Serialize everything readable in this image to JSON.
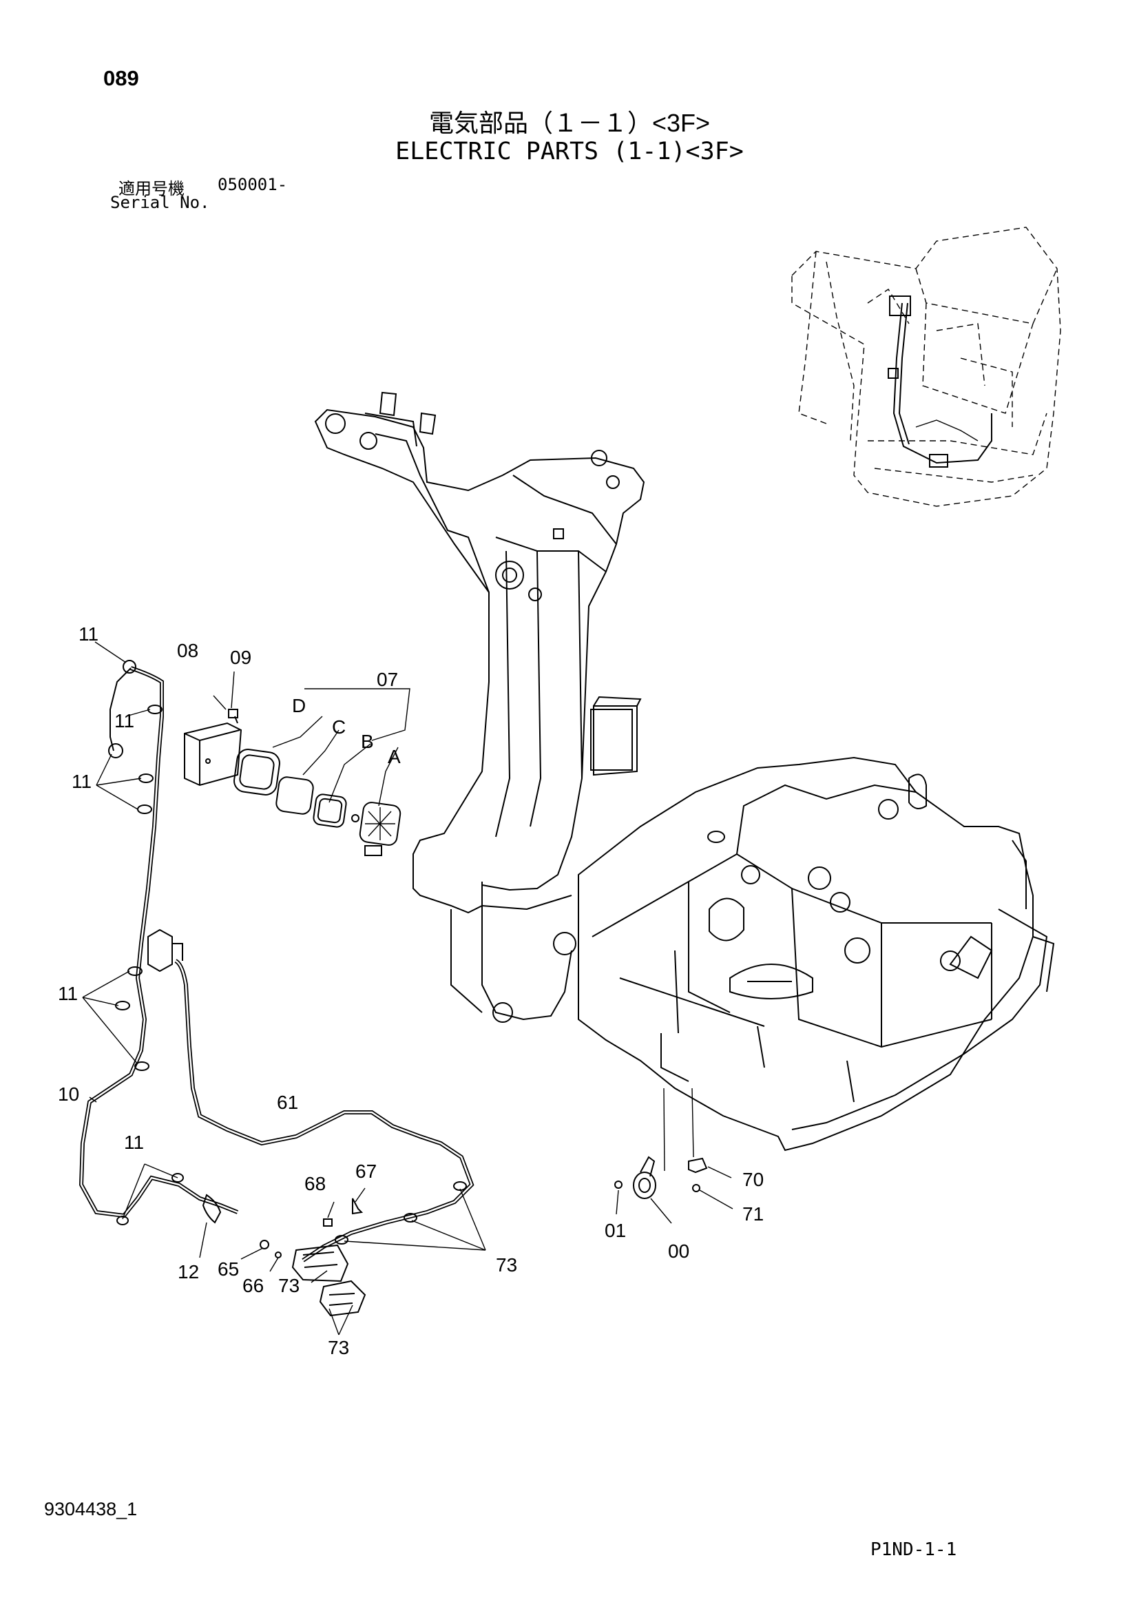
{
  "header": {
    "page_number": "089",
    "title_jp": "電気部品（１－１）<3F>",
    "title_en": "ELECTRIC PARTS (1-1)<3F>",
    "serial_label_jp": "適用号機",
    "serial_value": "050001-",
    "serial_label_en": "Serial No."
  },
  "callouts": {
    "c11a": "11",
    "c08": "08",
    "c09": "09",
    "c07": "07",
    "cD": "D",
    "cC": "C",
    "cB": "B",
    "cA": "A",
    "c11b": "11",
    "c11c": "11",
    "c11d": "11",
    "c10": "10",
    "c61": "61",
    "c11e": "11",
    "c12": "12",
    "c68": "68",
    "c67": "67",
    "c65": "65",
    "c66": "66",
    "c73a": "73",
    "c73b": "73",
    "c73c": "73",
    "c70": "70",
    "c71": "71",
    "c01": "01",
    "c00": "00"
  },
  "footer": {
    "doc_number": "9304438_1",
    "page_code": "P1ND-1-1"
  }
}
